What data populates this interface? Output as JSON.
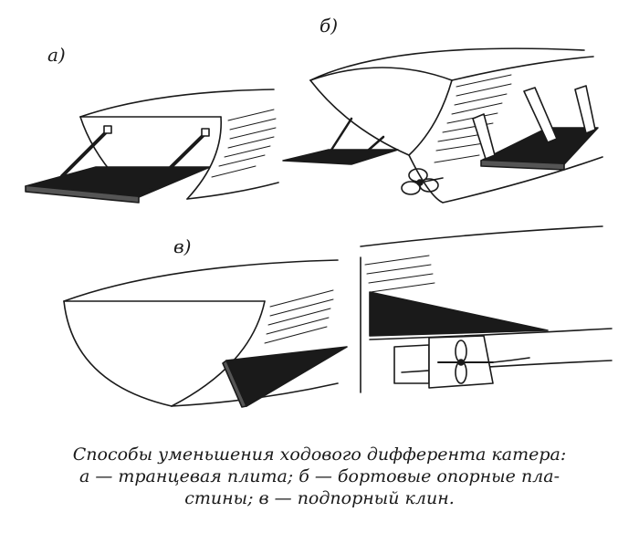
{
  "figure": {
    "labels": {
      "a": "а)",
      "b": "б)",
      "v": "в)"
    },
    "caption": {
      "line1": "Способы уменьшения ходового дифферента катера:",
      "line2": "а — транцевая плита;  б — бортовые опорные пла-",
      "line3": "стины;  в — подпорный клин."
    }
  },
  "colors": {
    "ink": "#1a1a1a",
    "paper": "#ffffff"
  }
}
